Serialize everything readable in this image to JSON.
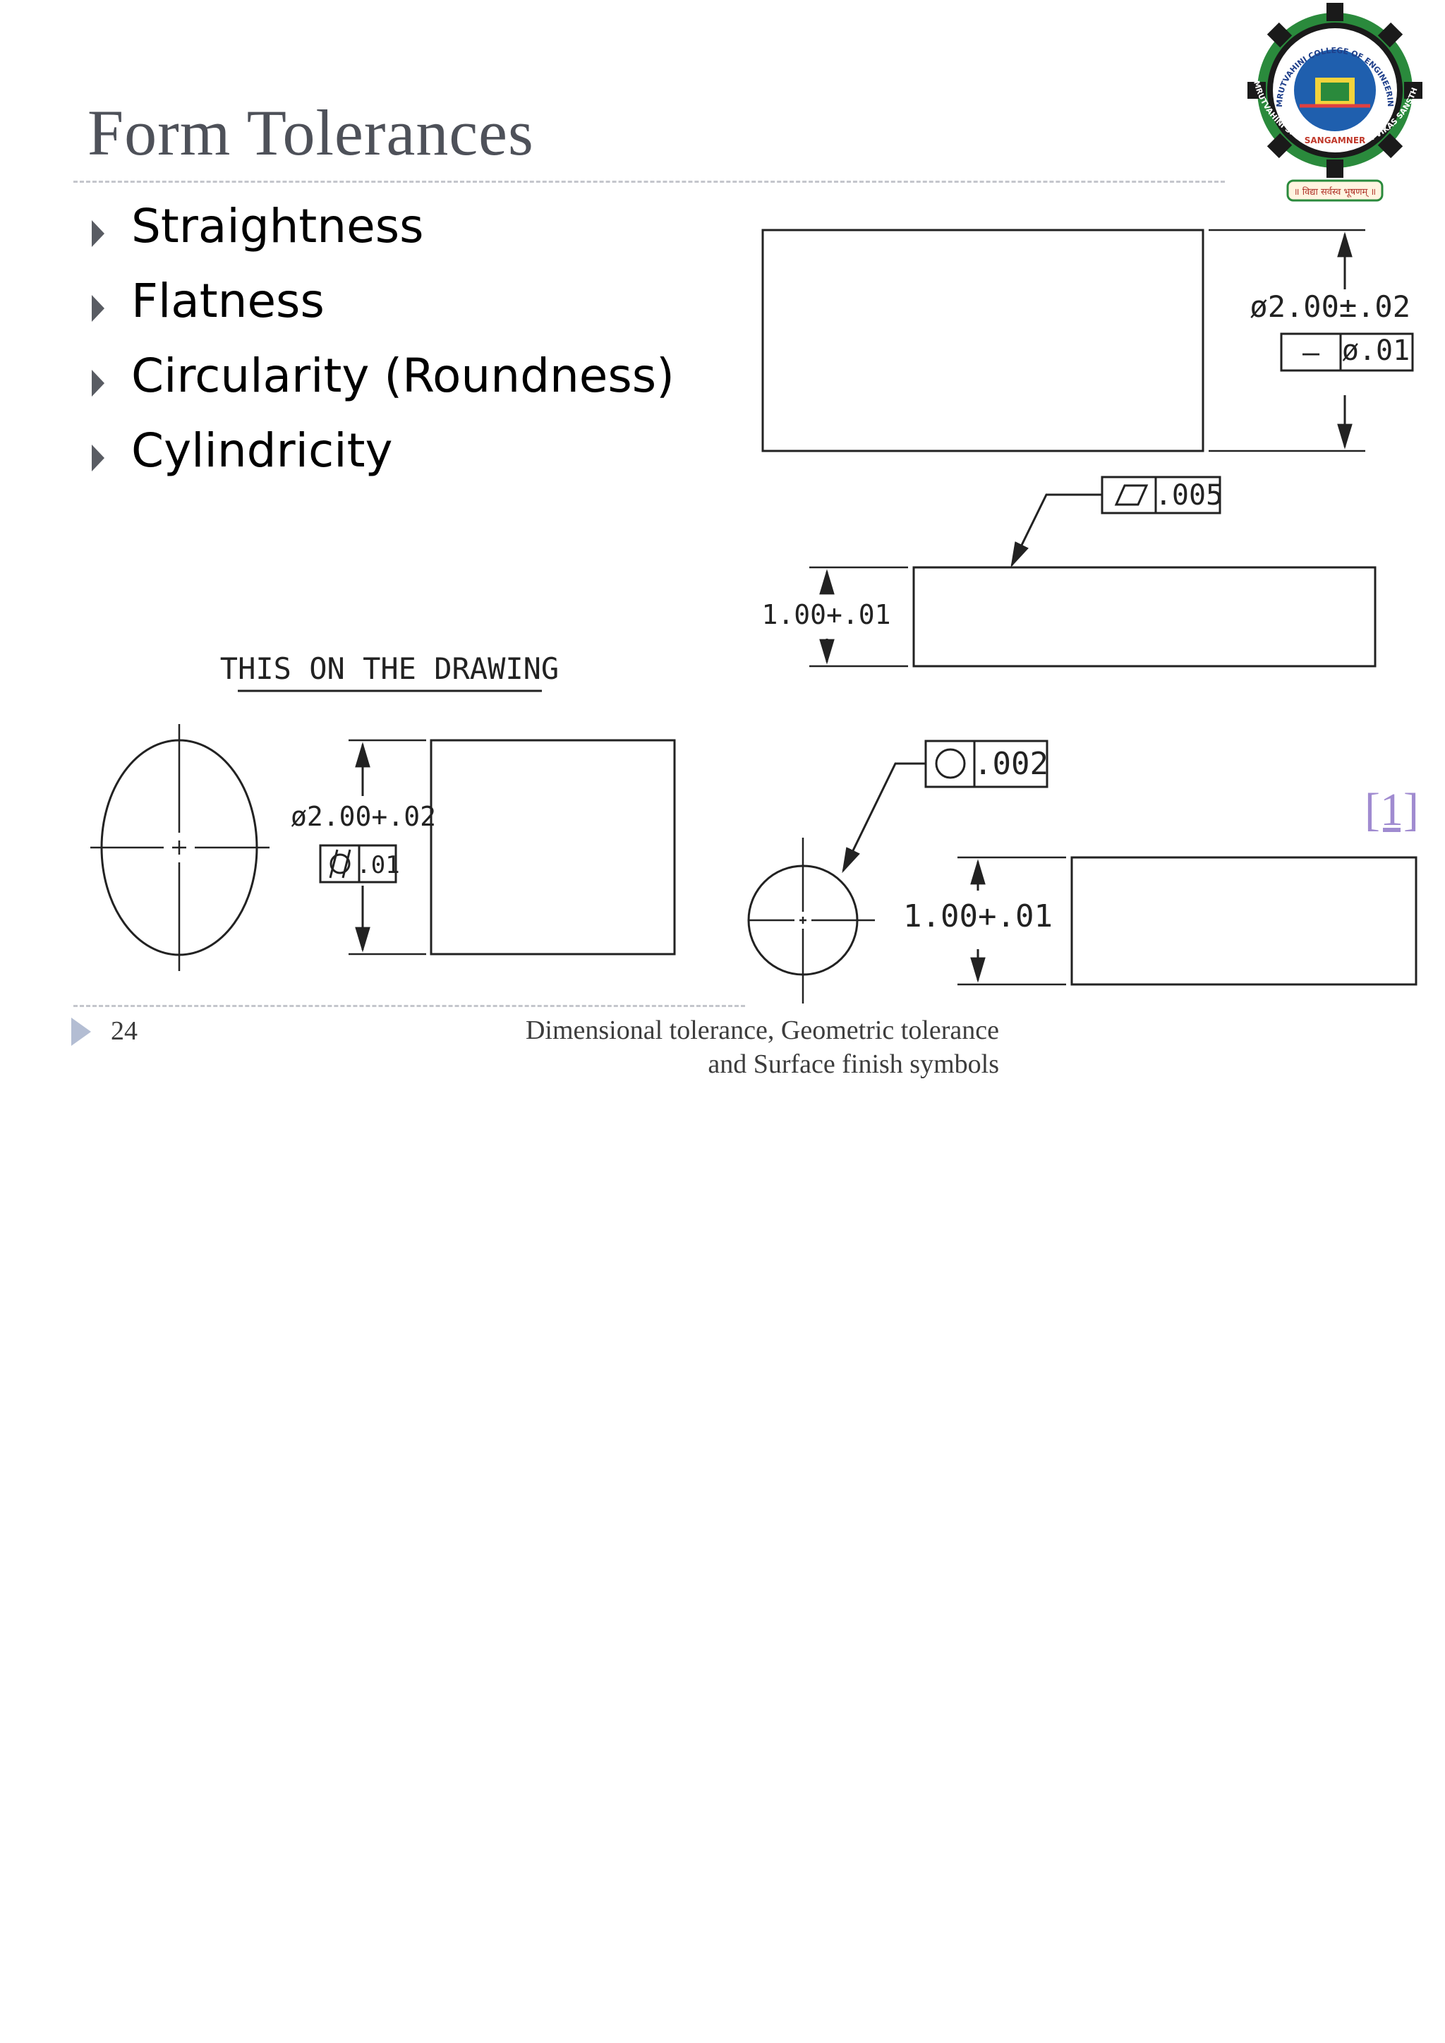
{
  "slide": {
    "title": "Form Tolerances",
    "bullets": [
      "Straightness",
      "Flatness",
      "Circularity (Roundness)",
      "Cylindricity"
    ],
    "citation": "[1]",
    "page_number": "24",
    "footer": [
      "Dimensional  tolerance, Geometric tolerance",
      "and Surface finish symbols"
    ]
  },
  "drawing": {
    "caption": "THIS ON THE DRAWING",
    "top_cylinder": {
      "dimension": "ø2.00±.02",
      "frame_symbol": "—",
      "frame_value": "ø.01"
    },
    "flat_block": {
      "frame_value": ".005",
      "dimension": "1.00+.01"
    },
    "cyl_view": {
      "dimension": "ø2.00+.02",
      "frame_value": ".01"
    },
    "round_view": {
      "frame_value": ".002",
      "dimension": "1.00+.01"
    }
  },
  "logo": {
    "text_top": "AMRUTVAHINI COLLEGE OF ENGINEERING",
    "text_bottom": "AMRUTVAHINI SHETI AND SHIKSHAN VIKAS SANSTHA",
    "place": "SANGAMNER",
    "motto": "॥ विद्या सर्वस्व भूषणम् ॥"
  },
  "colors": {
    "title": "#4e5159",
    "accent_bullet": "#595c63",
    "footer_icon": "#b3bdd3",
    "citation": "#a08bd0"
  }
}
